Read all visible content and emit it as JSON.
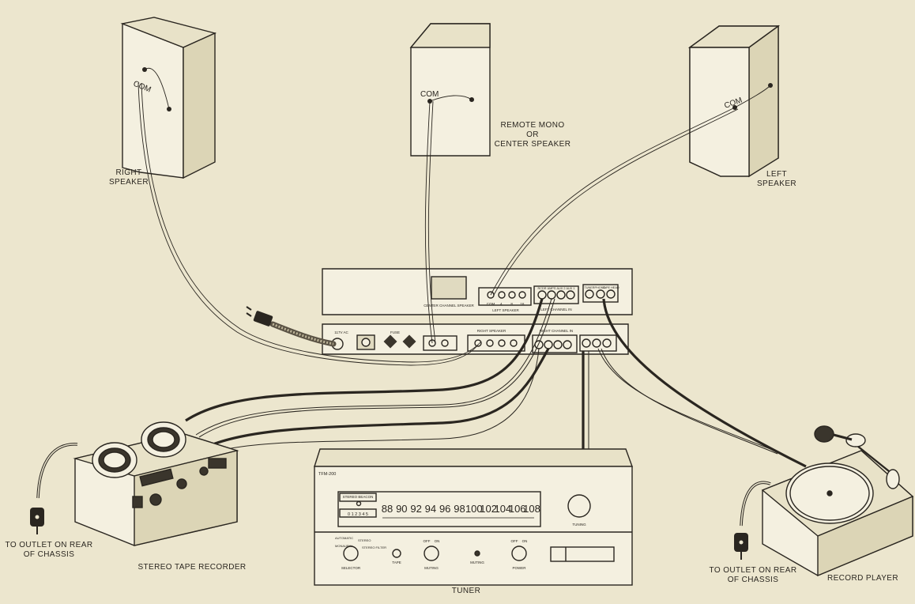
{
  "labels": {
    "right_speaker_1": "RIGHT",
    "right_speaker_2": "SPEAKER",
    "left_speaker_1": "LEFT",
    "left_speaker_2": "SPEAKER",
    "center_1": "REMOTE MONO",
    "center_2": "OR",
    "center_3": "CENTER SPEAKER",
    "com": "COM",
    "tape_recorder": "STEREO TAPE RECORDER",
    "tuner": "TUNER",
    "record_player": "RECORD PLAYER",
    "outlet_left_1": "TO OUTLET ON REAR",
    "outlet_left_2": "OF CHASSIS",
    "outlet_right_1": "TO OUTLET ON REAR",
    "outlet_right_2": "OF CHASSIS"
  },
  "amplifier": {
    "center_channel_speaker": "CENTER CHANNEL SPEAKER",
    "left_speaker": "LEFT SPEAKER",
    "right_speaker": "RIGHT SPEAKER",
    "left_channel_in": "LEFT CHANNEL IN",
    "right_channel_in": "RIGHT CHANNEL IN",
    "speaker_terminals": [
      "COM",
      "4",
      "8",
      "16"
    ],
    "inputs_top": [
      "RCDR",
      "AMPS",
      "AUX 2",
      "AUX 1"
    ],
    "inputs_top_right": [
      "TUNER",
      "PHONO",
      "TAPE HEAD"
    ],
    "ac_outlet": "117V AC",
    "fuse": "FUSE"
  },
  "tuner": {
    "model": "TFM-200",
    "stereo_beacon": "STEREO BEACON",
    "dial_numbers": [
      "88",
      "90",
      "92",
      "94",
      "96",
      "98",
      "100",
      "102",
      "104",
      "106",
      "108"
    ],
    "scale_digits": "0 1 2 3 4 5",
    "tuning": "TUNING",
    "automatic": "AUTOMATIC",
    "stereo": "STEREO",
    "monaural": "MONAURAL",
    "stereo_filter": "STEREO FILTER",
    "selector": "SELECTOR",
    "tape": "TAPE",
    "off": "OFF",
    "on": "ON",
    "muting": "MUTING",
    "power": "POWER"
  }
}
